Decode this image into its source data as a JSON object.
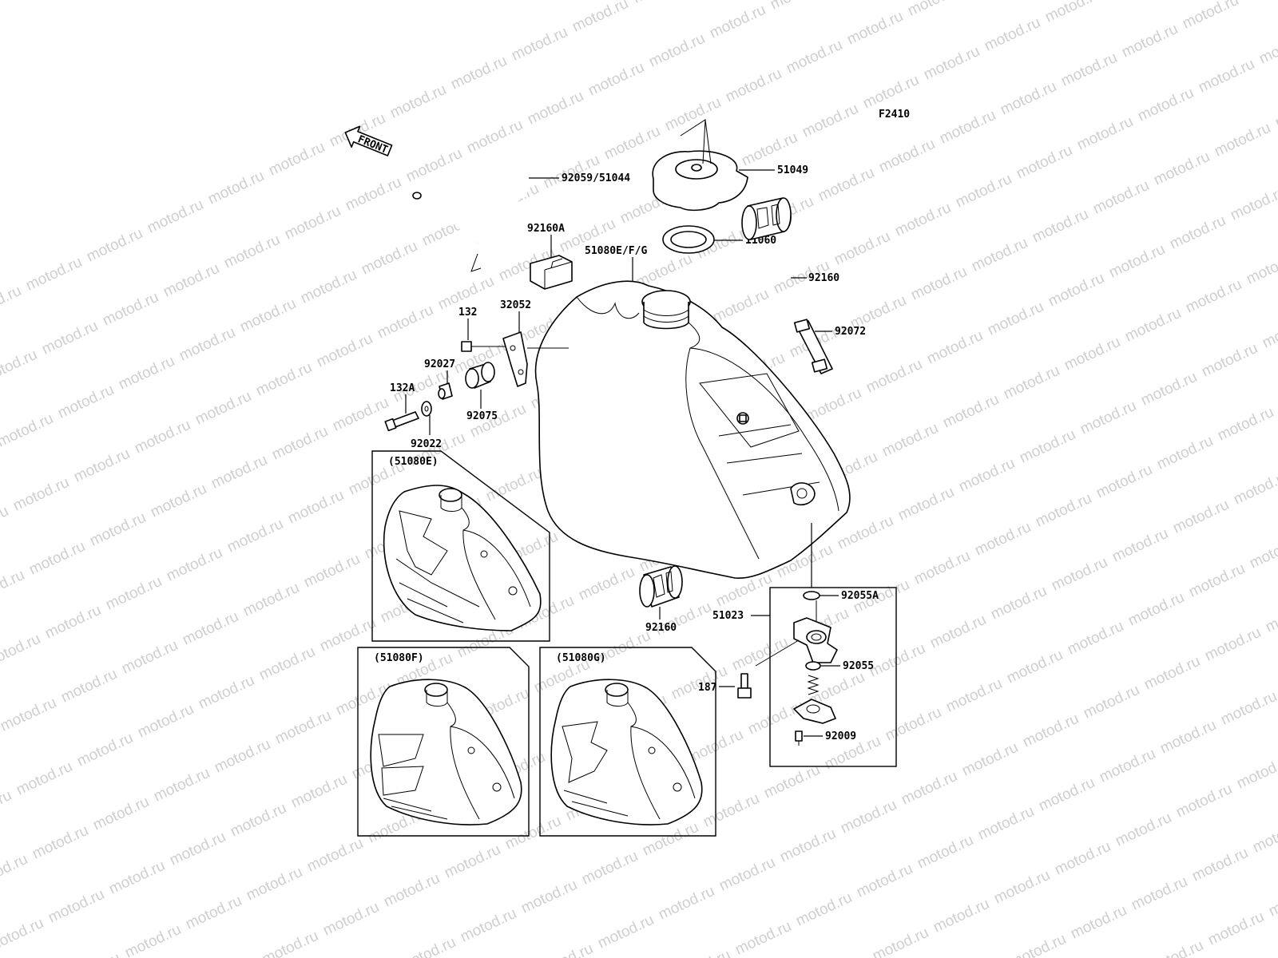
{
  "figure_code": "F2410",
  "front_marker": "FRONT",
  "watermark": "motod.ru",
  "labels": {
    "hose": "92059/51044",
    "cap": "51049",
    "gasket": "11060",
    "tank": "51080E/F/G",
    "clamp": "92160A",
    "filter_top": "92160",
    "band": "92072",
    "bolt_132": "132",
    "bracket": "32052",
    "collar": "92027",
    "damper": "92075",
    "bolt_132a": "132A",
    "washer": "92022",
    "filter_bottom": "92160",
    "fuel_cock": "51023",
    "oring_a": "92055A",
    "oring": "92055",
    "bolt_187": "187",
    "screw": "92009"
  },
  "variants": [
    "(51080E)",
    "(51080F)",
    "(51080G)"
  ]
}
